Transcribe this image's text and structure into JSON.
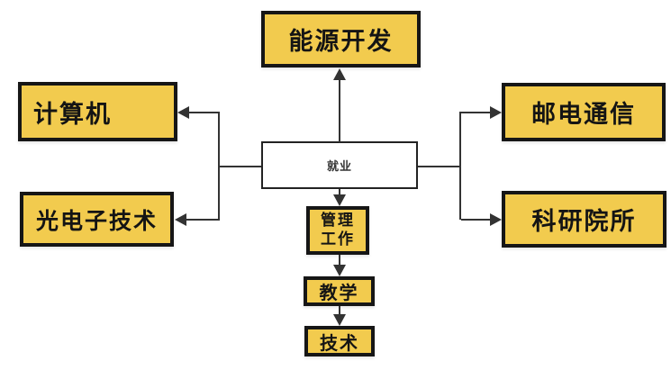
{
  "diagram": {
    "title": "employment-fields-flow-diagram",
    "center": {
      "label": "就业"
    },
    "nodes": {
      "energy": {
        "label": "能源开发"
      },
      "computer": {
        "label": "计算机"
      },
      "optoelectronics": {
        "label": "光电子技术"
      },
      "postal": {
        "label": "邮电通信"
      },
      "research": {
        "label": "科研院所"
      },
      "management": {
        "label": "管理工作",
        "line1": "管理",
        "line2": "工作"
      },
      "teaching": {
        "label": "教学"
      },
      "technology": {
        "label": "技术"
      }
    },
    "colors": {
      "node_fill": "#F2CB4E",
      "node_border": "#161616",
      "center_fill": "#FFFFFF",
      "line": "#333333",
      "text": "#141414",
      "background": "#FFFFFF"
    }
  }
}
